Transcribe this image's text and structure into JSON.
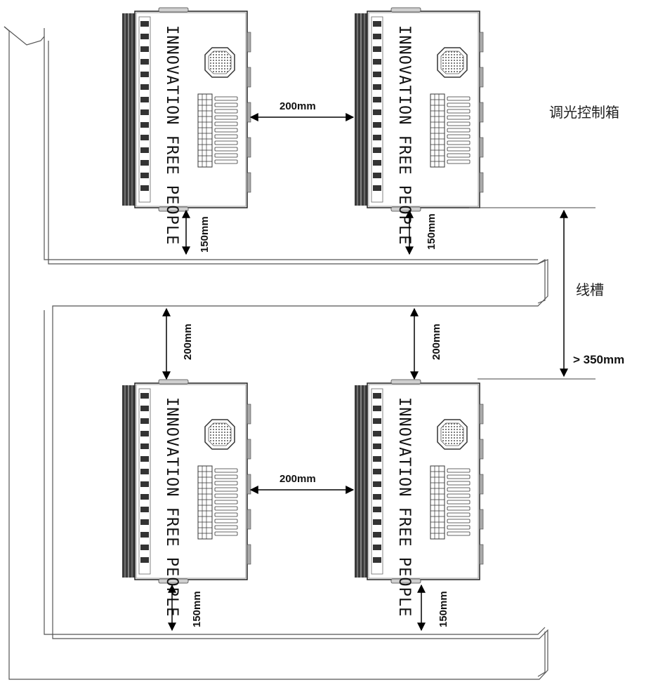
{
  "labels": {
    "box_name": "调光控制箱",
    "trunking": "线槽",
    "min_gap": "> 350mm",
    "h_spacing": "200mm",
    "v_spacing_box": "150mm",
    "v_spacing_trunk": "200mm"
  },
  "boxes": [
    {
      "brand": "INNOVATION FREE PEOPLE"
    },
    {
      "brand": "INNOVATION FREE PEOPLE"
    },
    {
      "brand": "INNOVATION FREE PEOPLE"
    },
    {
      "brand": "INNOVATION FREE PEOPLE"
    }
  ]
}
